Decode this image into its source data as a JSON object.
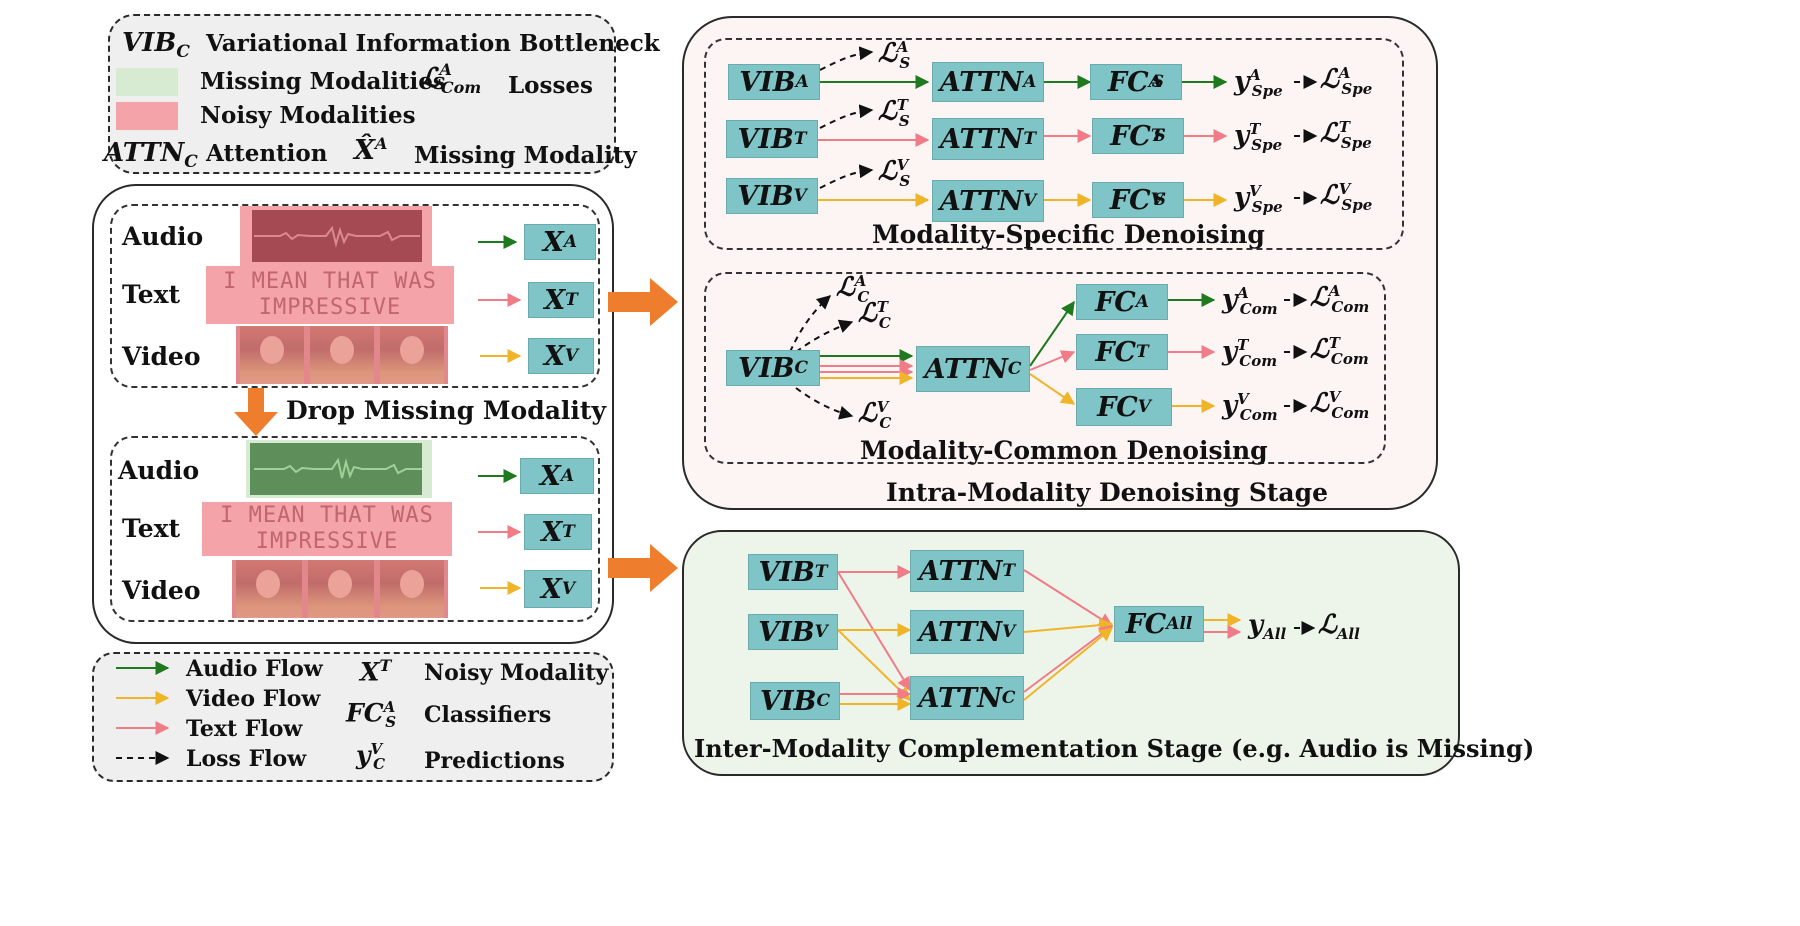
{
  "top_legend": {
    "vib_symbol": "VIB",
    "vib_sub": "C",
    "vib_text": "Variational Information Bottleneck",
    "missing_text": "Missing Modalities",
    "loss_symbol": "ℒ",
    "loss_sup": "A",
    "loss_sub": "Com",
    "loss_text": "Losses",
    "noisy_text": "Noisy Modalities",
    "attn_symbol": "ATTN",
    "attn_sub": "C",
    "attn_text": "Attention",
    "hat_symbol": "X̂",
    "hat_sup": "A",
    "hat_text": "Missing Modality",
    "missing_color": "#d7ebd3",
    "noisy_color": "#f4a3a8"
  },
  "input_panel": {
    "upper": {
      "labels": [
        "Audio",
        "Text",
        "Video"
      ],
      "sentence_line1": "I MEAN THAT WAS",
      "sentence_line2": "IMPRESSIVE",
      "outputs": [
        {
          "sym": "X",
          "sup": "A"
        },
        {
          "sym": "X",
          "sup": "T"
        },
        {
          "sym": "X",
          "sup": "V"
        }
      ]
    },
    "drop_label": "Drop Missing Modality",
    "lower": {
      "labels": [
        "Audio",
        "Text",
        "Video"
      ],
      "sentence_line1": "I MEAN THAT WAS",
      "sentence_line2": "IMPRESSIVE",
      "outputs": [
        {
          "sym": "X",
          "sup": "A"
        },
        {
          "sym": "X",
          "sup": "T"
        },
        {
          "sym": "X",
          "sup": "V"
        }
      ]
    }
  },
  "bottom_legend": {
    "audio_flow": "Audio Flow",
    "video_flow": "Video Flow",
    "text_flow": "Text Flow",
    "loss_flow": "Loss Flow",
    "noisy_symbol": "X",
    "noisy_sup": "T",
    "noisy_text": "Noisy Modality",
    "cls_symbol": "FC",
    "cls_sup": "A",
    "cls_sub": "S",
    "cls_text": "Classifiers",
    "pred_symbol": "y",
    "pred_sup": "V",
    "pred_sub": "C",
    "pred_text": "Predictions"
  },
  "intra_stage": {
    "title": "Intra-Modality Denoising Stage",
    "specific": {
      "title": "Modality-Specific Denoising",
      "rows": [
        {
          "vib": "A",
          "attn": "A",
          "fc_sup": "A",
          "fc_sub": "S",
          "loss_sup": "A",
          "loss_sub": "S",
          "y_sup": "A",
          "y_sub": "Spe",
          "L_sup": "A",
          "L_sub": "Spe"
        },
        {
          "vib": "T",
          "attn": "T",
          "fc_sup": "T",
          "fc_sub": "S",
          "loss_sup": "T",
          "loss_sub": "S",
          "y_sup": "T",
          "y_sub": "Spe",
          "L_sup": "T",
          "L_sub": "Spe"
        },
        {
          "vib": "V",
          "attn": "V",
          "fc_sup": "V",
          "fc_sub": "S",
          "loss_sup": "V",
          "loss_sub": "S",
          "y_sup": "V",
          "y_sub": "Spe",
          "L_sup": "V",
          "L_sub": "Spe"
        }
      ]
    },
    "common": {
      "title": "Modality-Common Denoising",
      "vib": "C",
      "attn": "C",
      "losses": [
        {
          "sup": "A",
          "sub": "C"
        },
        {
          "sup": "T",
          "sub": "C"
        },
        {
          "sup": "V",
          "sub": "C"
        }
      ],
      "fcs": [
        {
          "sub": "A",
          "y_sup": "A",
          "y_sub": "Com",
          "L_sup": "A",
          "L_sub": "Com"
        },
        {
          "sub": "T",
          "y_sup": "T",
          "y_sub": "Com",
          "L_sup": "T",
          "L_sub": "Com"
        },
        {
          "sub": "V",
          "y_sup": "V",
          "y_sub": "Com",
          "L_sup": "V",
          "L_sub": "Com"
        }
      ]
    }
  },
  "inter_stage": {
    "title": "Inter-Modality Complementation Stage (e.g. Audio is Missing)",
    "vibs": [
      "T",
      "V",
      "C"
    ],
    "attns": [
      "T",
      "V",
      "C"
    ],
    "fc_sub": "All",
    "y_sub": "All",
    "L_sub": "All"
  },
  "colors": {
    "audio": "#1f7a1f",
    "text": "#f07c88",
    "video": "#f0b429",
    "loss": "#111111",
    "box": "#7fc4c6",
    "orange_arrow": "#ee7d2e",
    "intra_bg": "#fdf5f4",
    "inter_bg": "#edf5ea",
    "legend_bg": "#f0f0f0"
  }
}
